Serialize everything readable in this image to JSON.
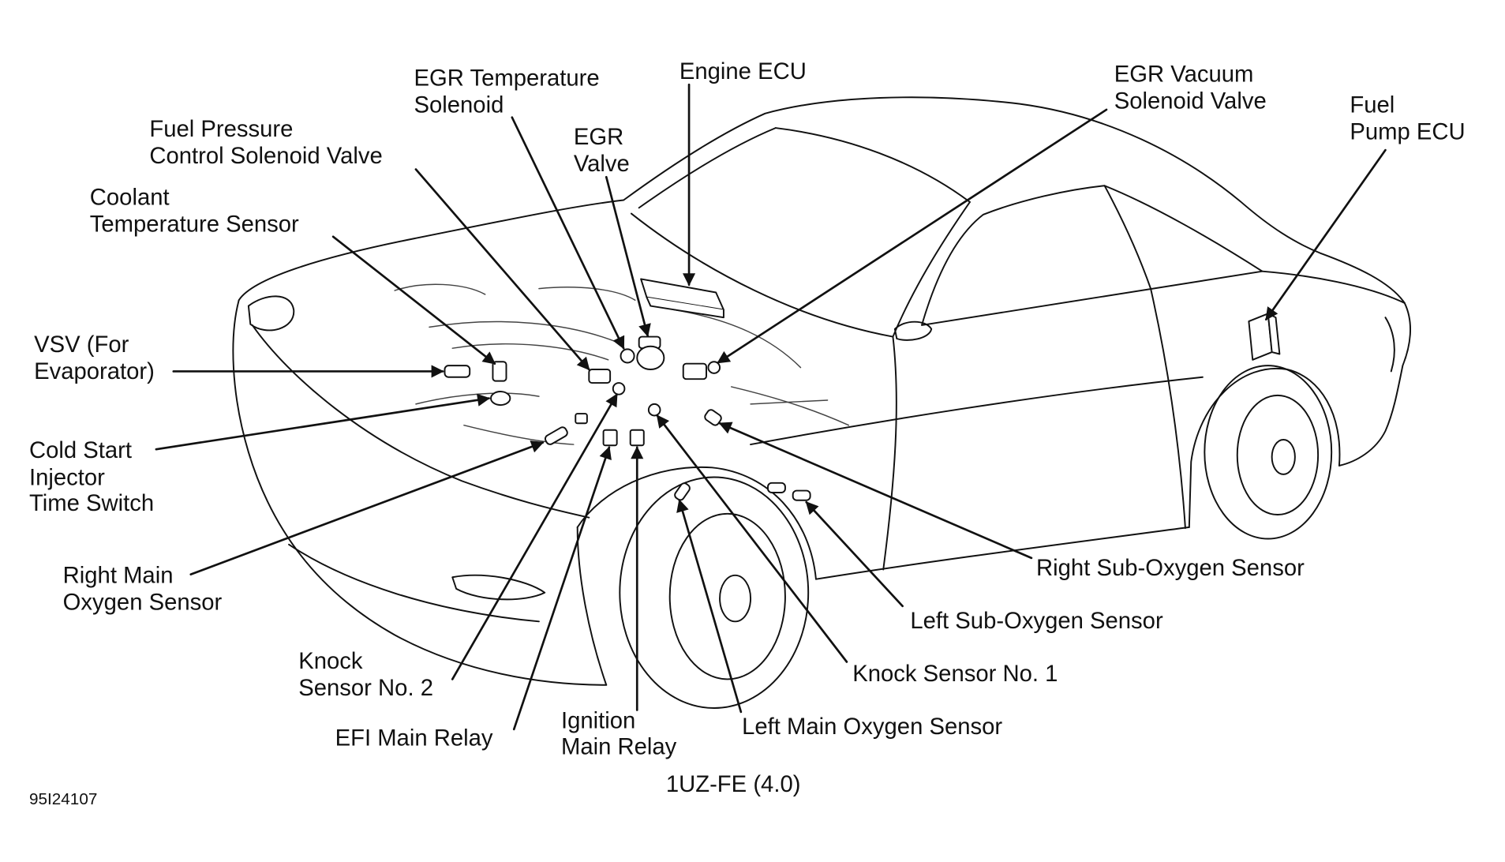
{
  "figure": {
    "caption": "1UZ-FE (4.0)",
    "id": "95I24107"
  },
  "labels": {
    "egr_temperature_solenoid": [
      "EGR Temperature",
      "Solenoid"
    ],
    "engine_ecu": [
      "Engine ECU"
    ],
    "egr_vacuum_solenoid_valve": [
      "EGR Vacuum",
      "Solenoid Valve"
    ],
    "fuel_pump_ecu": [
      "Fuel",
      "Pump ECU"
    ],
    "fuel_pressure_control_solenoid_valve": [
      "Fuel Pressure",
      "Control Solenoid Valve"
    ],
    "egr_valve": [
      "EGR",
      "Valve"
    ],
    "coolant_temperature_sensor": [
      "Coolant",
      "Temperature Sensor"
    ],
    "vsv_for_evaporator": [
      "VSV (For",
      "Evaporator)"
    ],
    "cold_start_injector_time_switch": [
      "Cold Start",
      "Injector",
      "Time Switch"
    ],
    "right_main_oxygen_sensor": [
      "Right Main",
      "Oxygen Sensor"
    ],
    "knock_sensor_no_2": [
      "Knock",
      "Sensor No. 2"
    ],
    "efi_main_relay": [
      "EFI Main Relay"
    ],
    "ignition_main_relay": [
      "Ignition",
      "Main Relay"
    ],
    "left_main_oxygen_sensor": [
      "Left Main Oxygen Sensor"
    ],
    "knock_sensor_no_1": [
      "Knock Sensor No. 1"
    ],
    "left_sub_oxygen_sensor": [
      "Left Sub-Oxygen Sensor"
    ],
    "right_sub_oxygen_sensor": [
      "Right Sub-Oxygen Sensor"
    ]
  },
  "colors": {
    "ink": "#111111",
    "paper": "#ffffff"
  }
}
